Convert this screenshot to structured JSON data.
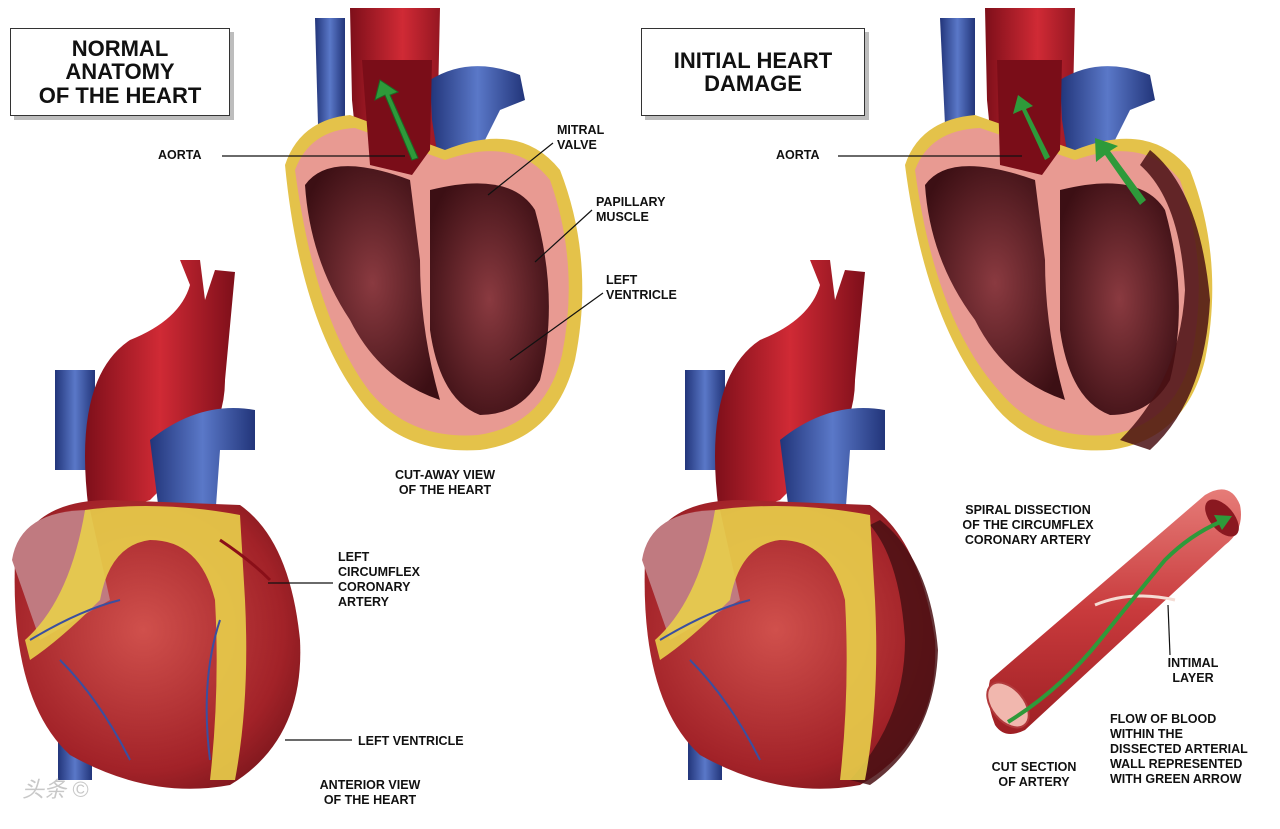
{
  "titles": {
    "normal": "NORMAL\nANATOMY\nOF THE HEART",
    "damage": "INITIAL HEART\nDAMAGE"
  },
  "labels": {
    "aorta_left": "AORTA",
    "mitral_valve": "MITRAL\nVALVE",
    "papillary_muscle": "PAPILLARY\nMUSCLE",
    "left_ventricle_cut": "LEFT\nVENTRICLE",
    "cutaway_view": "CUT-AWAY VIEW\nOF THE HEART",
    "left_circumflex": "LEFT\nCIRCUMFLEX\nCORONARY\nARTERY",
    "left_ventricle_ant": "LEFT VENTRICLE",
    "anterior_view": "ANTERIOR VIEW\nOF THE HEART",
    "aorta_right": "AORTA",
    "spiral_dissection": "SPIRAL DISSECTION\nOF THE CIRCUMFLEX\nCORONARY ARTERY",
    "intimal_layer": "INTIMAL\nLAYER",
    "flow_of_blood": "FLOW OF BLOOD\nWITHIN THE\nDISSECTED ARTERIAL\nWALL REPRESENTED\nWITH GREEN ARROW",
    "cut_section": "CUT SECTION\nOF ARTERY"
  },
  "watermark": "头条 ©",
  "colors": {
    "aorta_red": "#b8182a",
    "vein_blue": "#3f5fb0",
    "muscle_red": "#a8262c",
    "fat_yellow": "#e8cf4a",
    "wall_pink": "#e89a92",
    "arrow_green": "#2e9a3a",
    "title_border": "#333333"
  }
}
